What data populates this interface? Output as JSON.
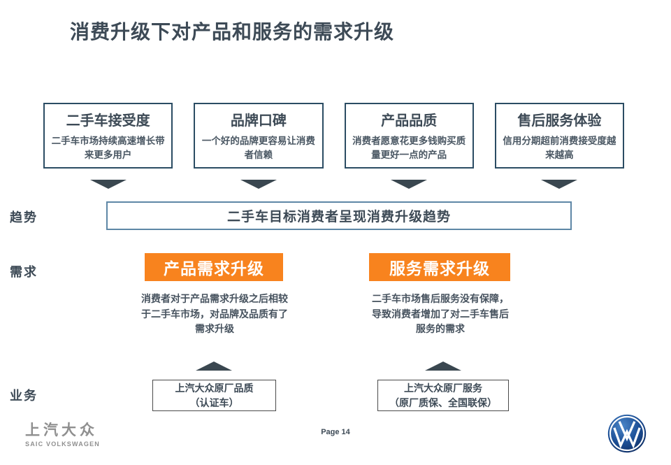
{
  "title": "消费升级下对产品和服务的需求升级",
  "top_boxes": [
    {
      "title": "二手车接受度",
      "body": "二手车市场持续高速增长带来更多用户"
    },
    {
      "title": "品牌口碑",
      "body": "一个好的品牌更容易让消费者信赖"
    },
    {
      "title": "产品品质",
      "body": "消费者愿意花更多钱购买质量更好一点的产品"
    },
    {
      "title": "售后服务体验",
      "body": "信用分期超前消费接受度越来越高"
    }
  ],
  "trend_row": {
    "label": "趋势",
    "bar_text": "二手车目标消费者呈现消费升级趋势"
  },
  "demand_row": {
    "label": "需求",
    "items": [
      {
        "heading": "产品需求升级",
        "body": "消费者对于产品需求升级之后相较于二手车市场，对品牌及品质有了需求升级"
      },
      {
        "heading": "服务需求升级",
        "body": "二手车市场售后服务没有保障，导致消费者增加了对二手车售后服务的需求"
      }
    ]
  },
  "business_row": {
    "label": "业务",
    "items": [
      {
        "line1": "上汽大众原厂品质",
        "line2": "（认证车）"
      },
      {
        "line1": "上汽大众原厂服务",
        "line2": "（原厂质保、全国联保）"
      }
    ]
  },
  "footer": {
    "brand_cn": "上汽大众",
    "brand_en": "SAIC VOLKSWAGEN",
    "page_label": "Page 14",
    "logo": "vw-logo"
  },
  "colors": {
    "accent_orange": "#F8831E",
    "slate_text": "#3D4A56",
    "top_box_border": "#2B4C63",
    "trend_bar_border": "#5E87A6",
    "arrow": "#3A4750",
    "business_box_border": "#4A4A4A",
    "brand_gray": "#8F8F8F",
    "vw_blue": "#1C4F96"
  }
}
